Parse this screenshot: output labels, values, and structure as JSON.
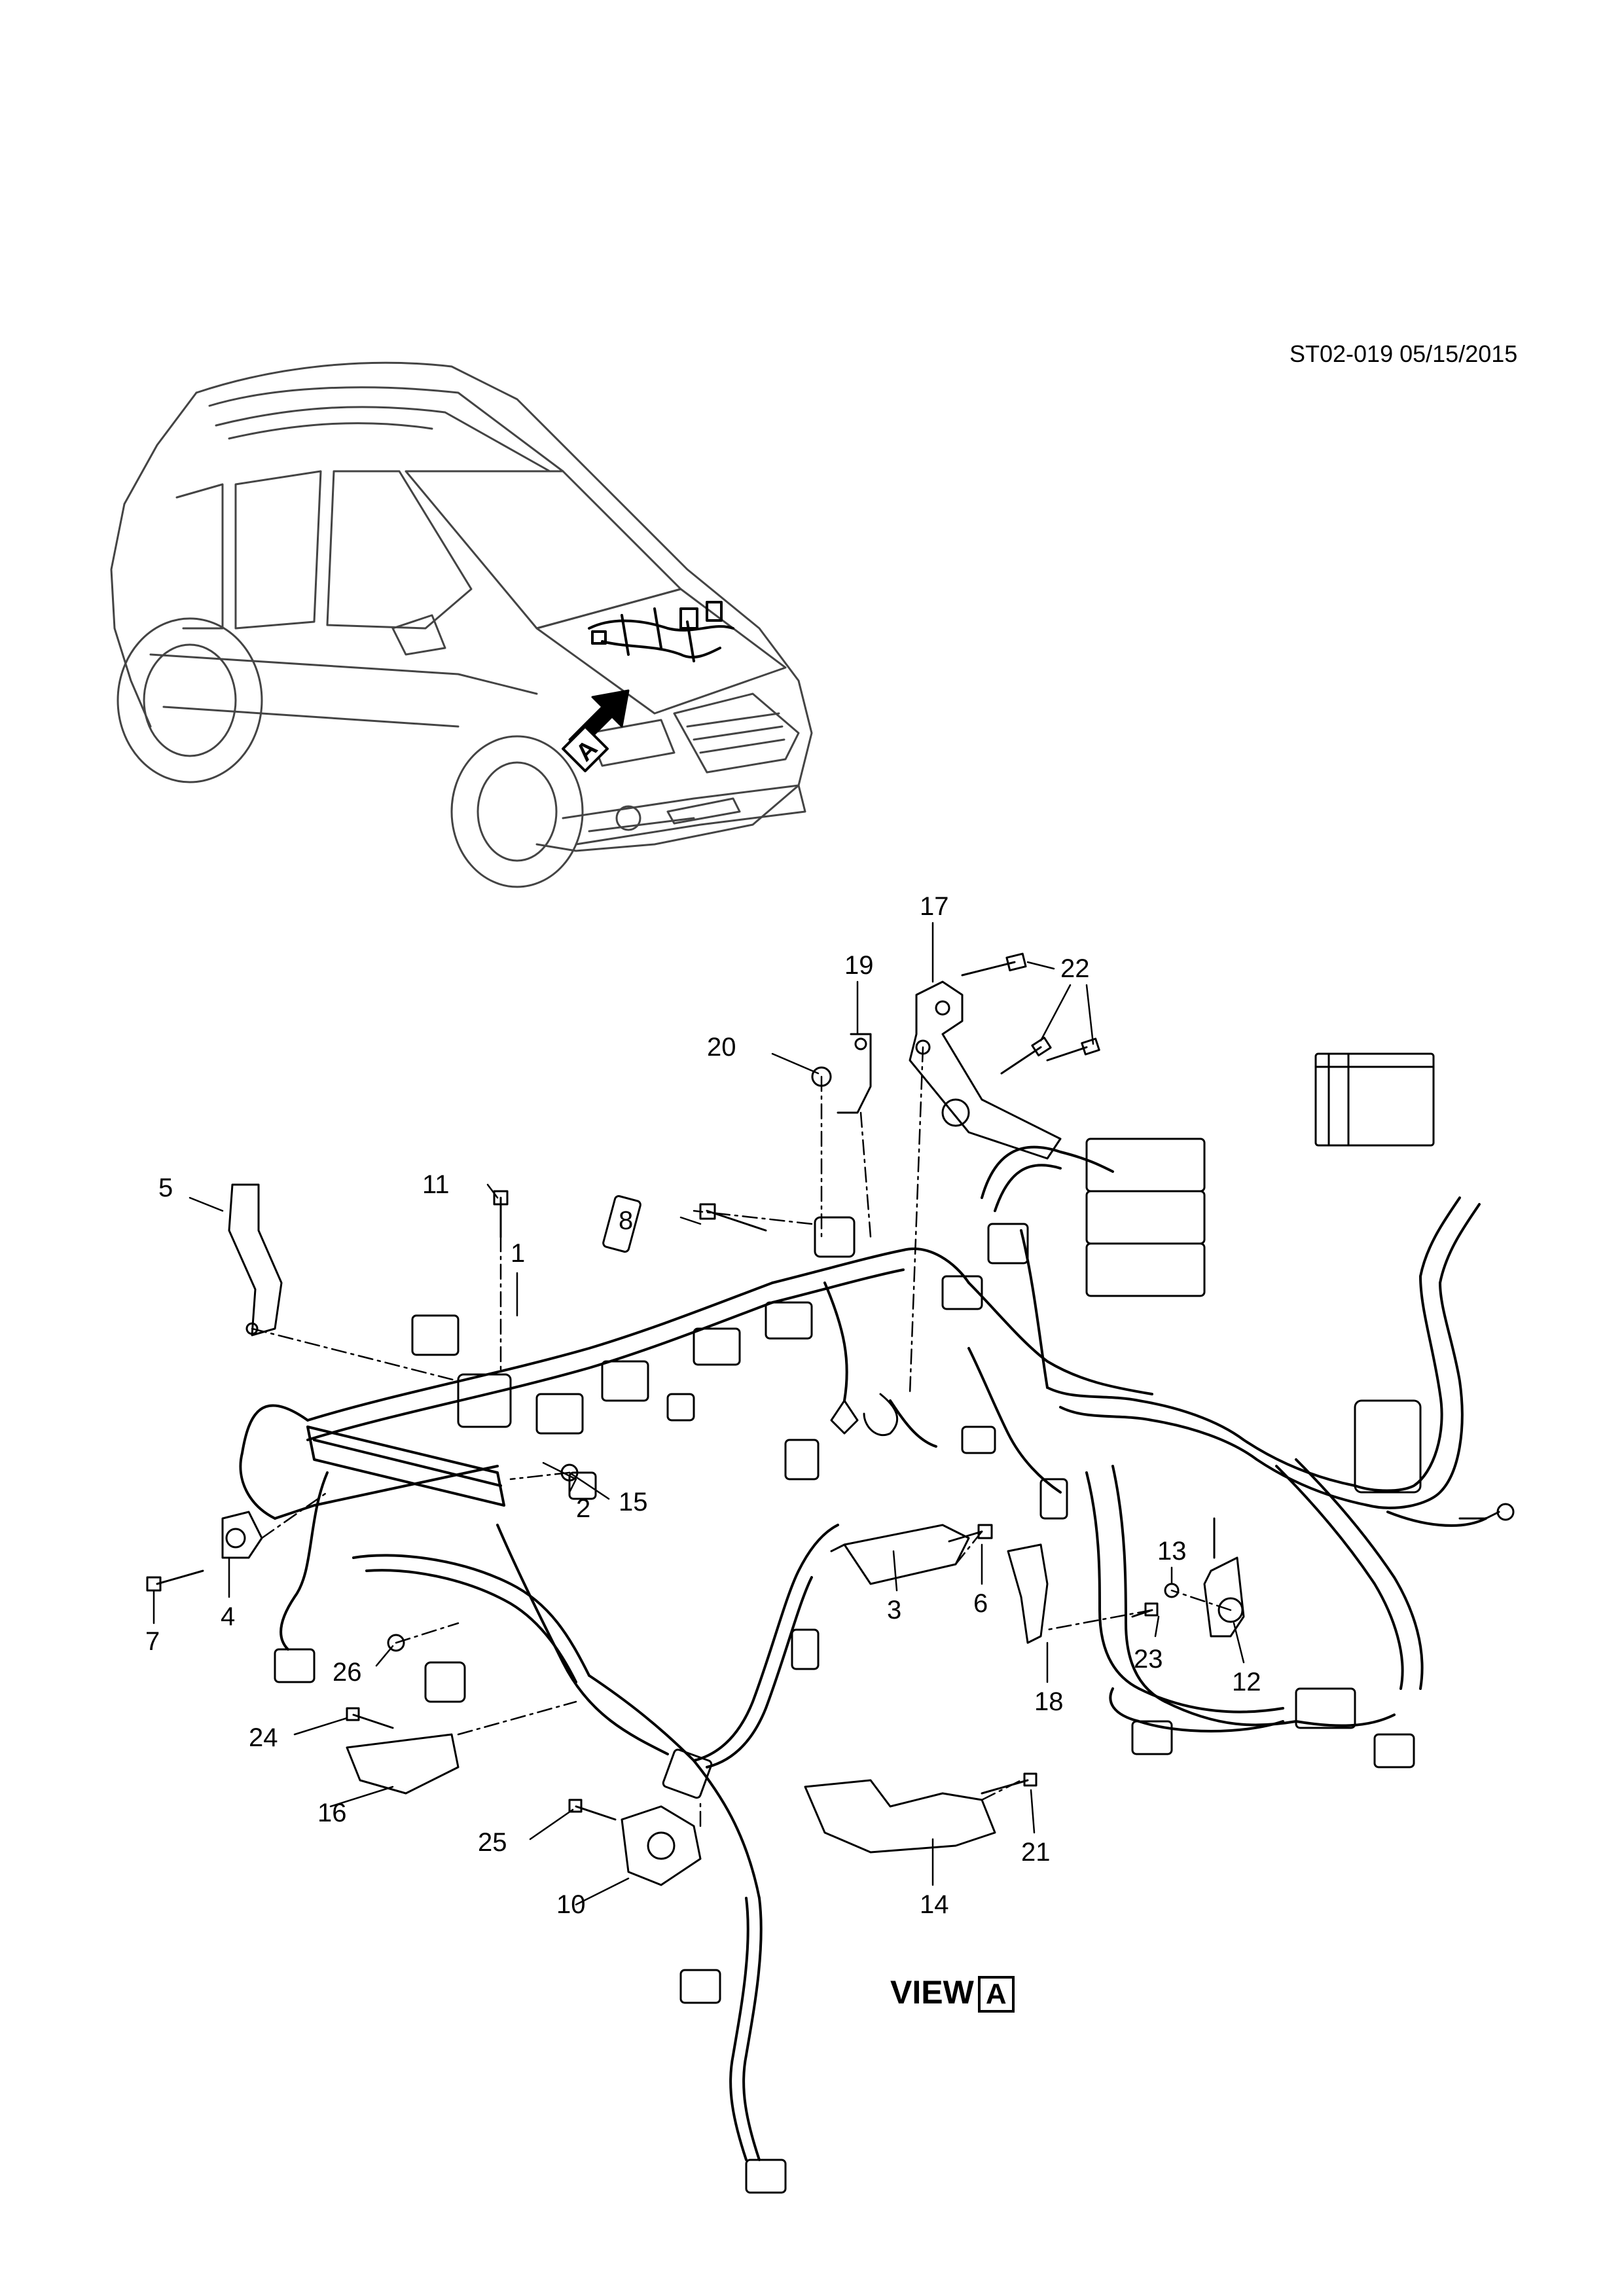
{
  "document": {
    "id_text": "ST02-019 05/15/2015",
    "view_label": "VIEW",
    "view_letter": "A",
    "locator_letter": "A"
  },
  "callouts": [
    "1",
    "2",
    "3",
    "4",
    "5",
    "6",
    "7",
    "8",
    "10",
    "11",
    "12",
    "13",
    "14",
    "15",
    "16",
    "17",
    "18",
    "19",
    "20",
    "21",
    "22",
    "23",
    "24",
    "25",
    "26"
  ]
}
